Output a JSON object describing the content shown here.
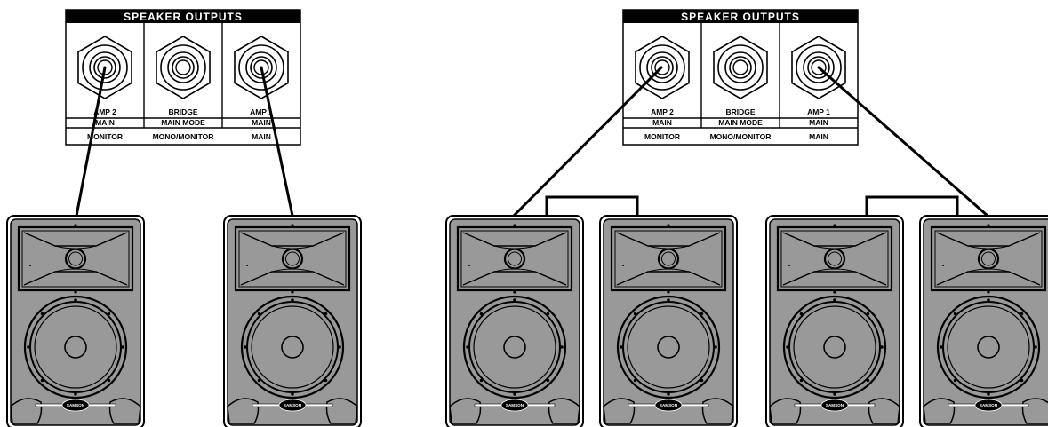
{
  "panels": [
    {
      "title": "SPEAKER OUTPUTS",
      "jacks": [
        {
          "label": "AMP 2",
          "mode": "MAIN",
          "mono": "MONITOR",
          "plugged": true
        },
        {
          "label": "BRIDGE",
          "mode": "MAIN MODE",
          "mono": "MONO/MONITOR",
          "plugged": false
        },
        {
          "label": "AMP 1",
          "mode": "MAIN",
          "mono": "MAIN",
          "plugged": true
        }
      ]
    },
    {
      "title": "SPEAKER OUTPUTS",
      "jacks": [
        {
          "label": "AMP 2",
          "mode": "MAIN",
          "mono": "MONITOR",
          "plugged": true
        },
        {
          "label": "BRIDGE",
          "mode": "MAIN MODE",
          "mono": "MONO/MONITOR",
          "plugged": false
        },
        {
          "label": "AMP 1",
          "mode": "MAIN",
          "mono": "MAIN",
          "plugged": true
        }
      ]
    }
  ],
  "speaker_brand": "SAMSON",
  "configurations": [
    {
      "speakers": 2,
      "wiring": "one speaker per amp output"
    },
    {
      "speakers": 4,
      "wiring": "two speakers per amp output, daisy-chained"
    }
  ],
  "colors": {
    "cabinet": "#999999",
    "outline": "#000000",
    "background": "#ffffff",
    "title_bar": "#000000"
  }
}
